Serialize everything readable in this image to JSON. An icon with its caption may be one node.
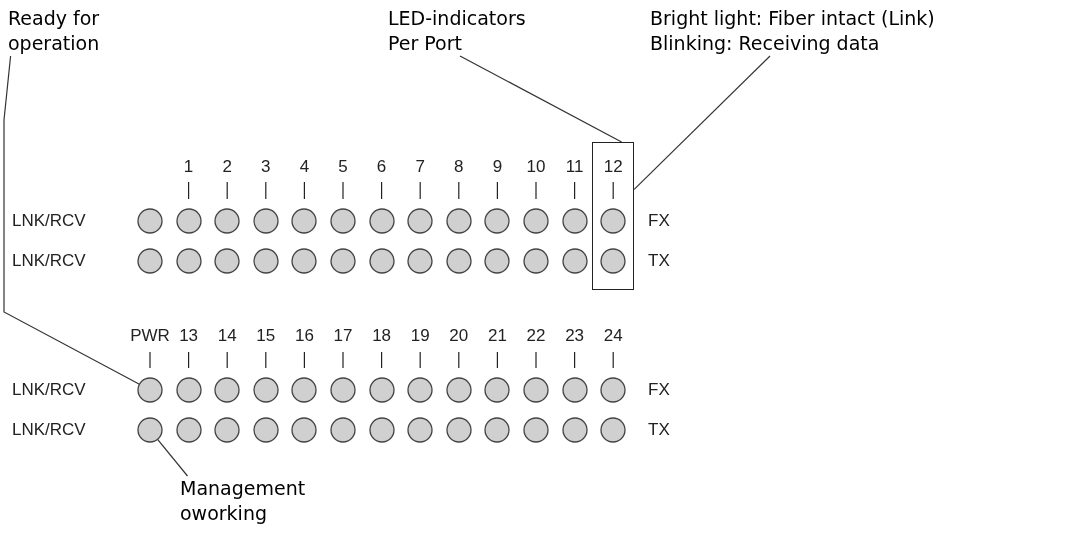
{
  "diagram": {
    "nodes": [
      {
        "text": [
          "Ready for operation"
        ]
      },
      {
        "text": [
          "LED-indicators Per Port"
        ]
      },
      {
        "text": [
          "Bright light: Fiber intact (Link)",
          "Blinking: Receiving data"
        ]
      },
      {
        "text": [
          "Management oworking"
        ]
      },
      {
        "text": [],
        "shape": "box"
      },
      {
        "text": [],
        "shape": "circle"
      },
      {
        "text": [],
        "shape": "circle"
      },
      {
        "text": [],
        "shape": "circle"
      },
      {
        "text": [],
        "shape": "circle"
      },
      {
        "text": [],
        "shape": "circle"
      },
      {
        "text": [],
        "shape": "circle"
      },
      {
        "text": [],
        "shape": "circle"
      },
      {
        "text": [],
        "shape": "circle"
      },
      {
        "text": [],
        "shape": "circle"
      },
      {
        "text": [],
        "shape": "circle"
      },
      {
        "text": [],
        "shape": "circle"
      },
      {
        "text": [],
        "shape": "circle"
      },
      {
        "text": [],
        "shape": "circle",
        "in": 4
      },
      {
        "text": [],
        "shape": "circle"
      },
      {
        "text": [],
        "shape": "circle"
      },
      {
        "text": [],
        "shape": "circle"
      },
      {
        "text": [],
        "shape": "circle"
      },
      {
        "text": [],
        "shape": "circle"
      },
      {
        "text": [],
        "shape": "circle"
      },
      {
        "text": [],
        "shape": "circle"
      },
      {
        "text": [],
        "shape": "circle"
      },
      {
        "text": [],
        "shape": "circle"
      },
      {
        "text": [],
        "shape": "circle"
      },
      {
        "text": [],
        "shape": "circle"
      },
      {
        "text": [],
        "shape": "circle"
      },
      {
        "text": [],
        "shape": "circle",
        "in": 4
      },
      {
        "text": [],
        "shape": "circle"
      },
      {
        "text": [],
        "shape": "circle"
      },
      {
        "text": [],
        "shape": "circle"
      },
      {
        "text": [],
        "shape": "circle"
      },
      {
        "text": [],
        "shape": "circle"
      },
      {
        "text": [],
        "shape": "circle"
      },
      {
        "text": [],
        "shape": "circle"
      },
      {
        "text": [],
        "shape": "circle"
      },
      {
        "text": [],
        "shape": "circle"
      },
      {
        "text": [],
        "shape": "circle"
      },
      {
        "text": [],
        "shape": "circle"
      },
      {
        "text": [],
        "shape": "circle"
      },
      {
        "text": [],
        "shape": "circle"
      },
      {
        "text": [],
        "shape": "circle"
      },
      {
        "text": [],
        "shape": "circle"
      },
      {
        "text": [],
        "shape": "circle"
      },
      {
        "text": [],
        "shape": "circle"
      },
      {
        "text": [],
        "shape": "circle"
      },
      {
        "text": [],
        "shape": "circle"
      },
      {
        "text": [],
        "shape": "circle"
      },
      {
        "text": [],
        "shape": "circle"
      },
      {
        "text": [],
        "shape": "circle"
      },
      {
        "text": [],
        "shape": "circle"
      },
      {
        "text": [],
        "shape": "circle"
      },
      {
        "text": [],
        "shape": "circle"
      },
      {
        "text": [],
        "shape": "circle"
      }
    ],
    "edges": [
      {
        "from": 0,
        "to": 31,
        "arrow": "none"
      },
      {
        "from": 1,
        "to": 4,
        "arrow": "none"
      },
      {
        "from": 2,
        "to": 4,
        "arrow": "none"
      },
      {
        "from": 3,
        "to": 44,
        "arrow": "none"
      }
    ],
    "labels": [
      "1",
      "2",
      "3",
      "4",
      "5",
      "6",
      "7",
      "8",
      "9",
      "10",
      "11",
      "12",
      "LNK/RCV",
      "FX",
      "LNK/RCV",
      "TX",
      "PWR",
      "13",
      "14",
      "15",
      "16",
      "17",
      "18",
      "19",
      "20",
      "21",
      "22",
      "23",
      "24",
      "LNK/RCV",
      "FX",
      "LNK/RCV",
      "TX"
    ]
  }
}
